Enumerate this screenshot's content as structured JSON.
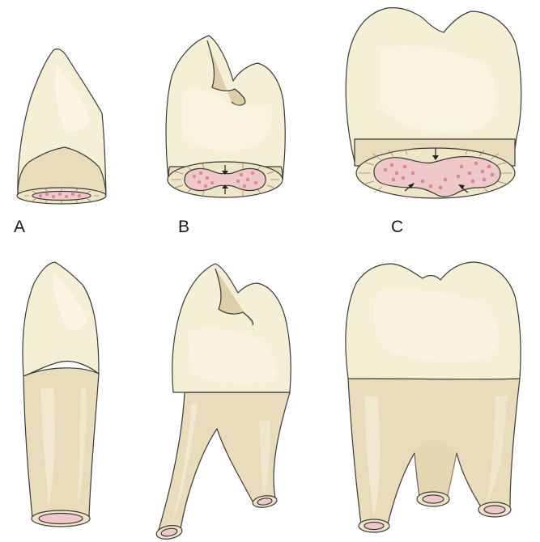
{
  "labels": {
    "a": "A",
    "b": "B",
    "c": "C"
  },
  "colors": {
    "enamel": "#f5efd6",
    "root_dentin": "#e8dcba",
    "pulp": "#efc9c9",
    "pulp_dots": "#d98a96",
    "outline": "#3a3a3a"
  }
}
